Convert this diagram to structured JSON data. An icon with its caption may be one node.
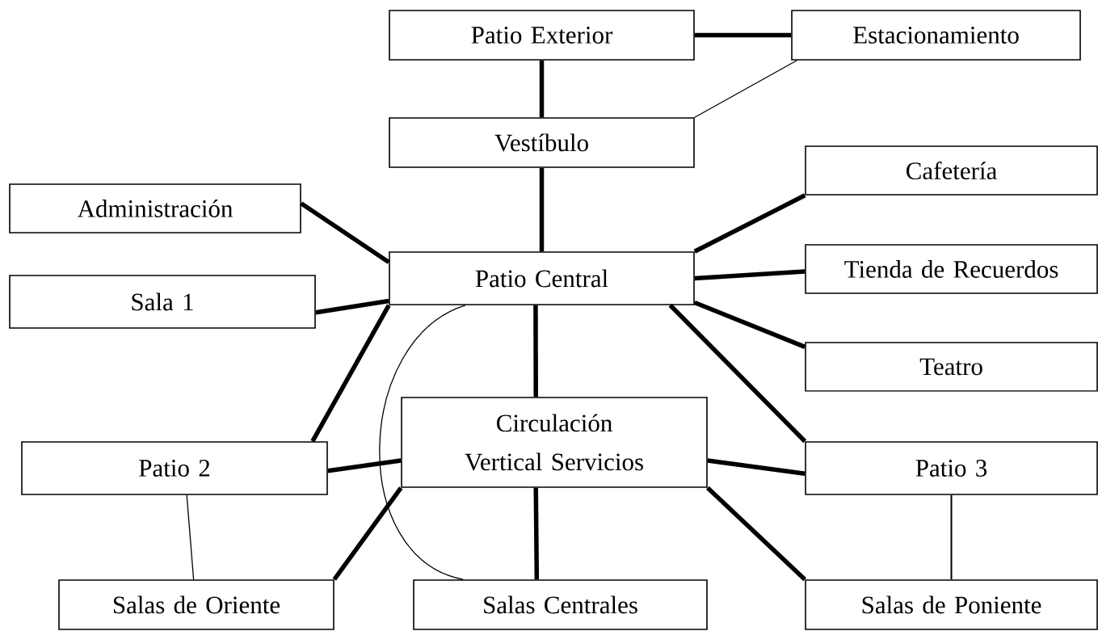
{
  "diagram": {
    "nodes": [
      {
        "text": [
          "Patio Exterior"
        ]
      },
      {
        "text": [
          "Estacionamiento"
        ]
      },
      {
        "text": [
          "Vestíbulo"
        ]
      },
      {
        "text": [
          "Administración"
        ]
      },
      {
        "text": [
          "Cafetería"
        ]
      },
      {
        "text": [
          "Patio Central"
        ]
      },
      {
        "text": [
          "Sala 1"
        ]
      },
      {
        "text": [
          "Tienda de Recuerdos"
        ]
      },
      {
        "text": [
          "Teatro"
        ]
      },
      {
        "text": [
          "Circulación Vertical Servicios"
        ]
      },
      {
        "text": [
          "Patio 2"
        ]
      },
      {
        "text": [
          "Patio 3"
        ]
      },
      {
        "text": [
          "Salas de Oriente"
        ]
      },
      {
        "text": [
          "Salas Centrales"
        ]
      },
      {
        "text": [
          "Salas de Poniente"
        ]
      }
    ],
    "edges": [
      {
        "from": 0,
        "to": 1,
        "arrow": "none"
      },
      {
        "from": 0,
        "to": 2,
        "arrow": "none"
      },
      {
        "from": 1,
        "to": 2,
        "arrow": "none"
      },
      {
        "from": 2,
        "to": 5,
        "arrow": "none"
      },
      {
        "from": 3,
        "to": 5,
        "arrow": "none"
      },
      {
        "from": 6,
        "to": 5,
        "arrow": "none"
      },
      {
        "from": 10,
        "to": 5,
        "arrow": "none"
      },
      {
        "from": 4,
        "to": 5,
        "arrow": "none"
      },
      {
        "from": 7,
        "to": 5,
        "arrow": "none"
      },
      {
        "from": 8,
        "to": 5,
        "arrow": "none"
      },
      {
        "from": 11,
        "to": 5,
        "arrow": "none"
      },
      {
        "from": 5,
        "to": 9,
        "arrow": "none"
      },
      {
        "from": 5,
        "to": 13,
        "arrow": "none"
      },
      {
        "from": 10,
        "to": 9,
        "arrow": "none"
      },
      {
        "from": 11,
        "to": 9,
        "arrow": "none"
      },
      {
        "from": 10,
        "to": 12,
        "arrow": "none"
      },
      {
        "from": 12,
        "to": 9,
        "arrow": "none"
      },
      {
        "from": 13,
        "to": 9,
        "arrow": "none"
      },
      {
        "from": 14,
        "to": 9,
        "arrow": "none"
      },
      {
        "from": 11,
        "to": 14,
        "arrow": "none"
      }
    ]
  }
}
